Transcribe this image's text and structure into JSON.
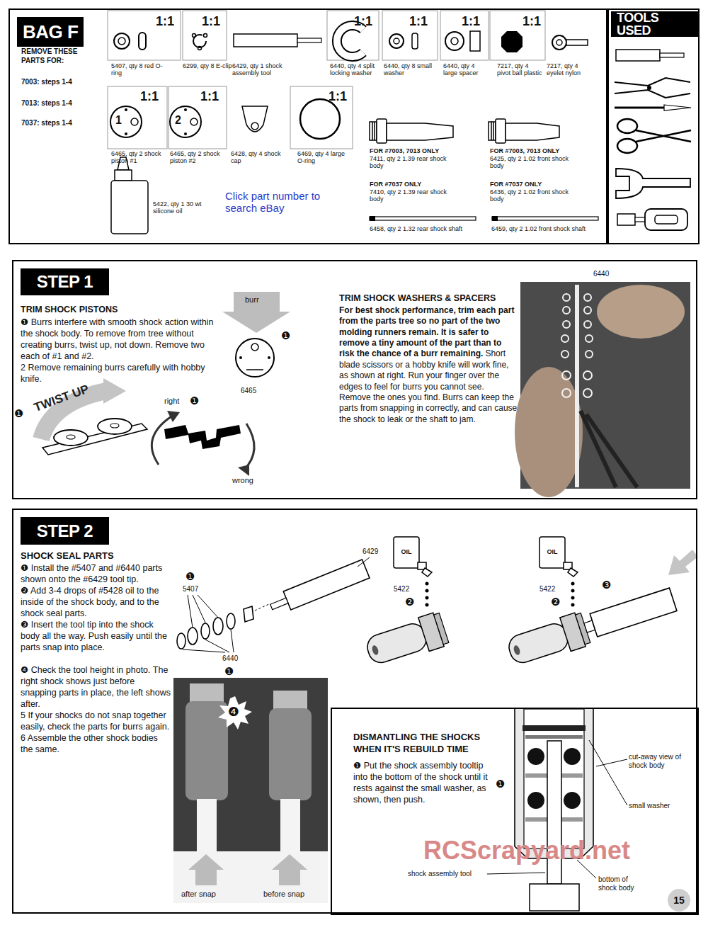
{
  "diagram": {
    "nodes": [
      {
        "text": [
          "BAG F",
          "REMOVE THESE PARTS FOR:",
          "7003: steps 1-4",
          "7013: steps 1-4",
          "7037: steps 1-4"
        ]
      },
      {
        "text": [
          "TOOLS USED"
        ]
      },
      {
        "text": [
          "STEP 1",
          "TRIM SHOCK PISTONS",
          "❶ Burrs interfere with smooth shock action within the shock body. To remove from tree without creating burrs, twist up, not down. Remove two each of #1 and #2.",
          "2 Remove remaining burrs carefully with hobby knife.",
          "TRIM SHOCK WASHERS & SPACERS",
          "For best shock performance, trim each part from the parts tree so no part of the two molding runners remain. It is safer to remove a tiny amount of the part than to risk the chance of a burr remaining.",
          "Short blade scissors or a hobby knife will work fine, as shown at right. Run your finger over the edges to feel for burrs you cannot see. Remove the ones you find. Burrs can keep the parts from snapping in correctly, and can cause the shock to leak or the shaft to jam."
        ]
      },
      {
        "text": [
          "STEP 2",
          "SHOCK SEAL PARTS",
          "❶ Install the #5407 and #6440 parts shown onto the #6429 tool tip.",
          "❷ Add 3-4 drops of #5428 oil to the inside of the shock body, and to the shock seal parts.",
          "❸ Insert the tool tip into the shock body all the way. Push easily until the parts snap into place.",
          "❹ Check the tool height in photo. The right shock shows just before snapping parts in place, the left shows after.",
          "5 If your shocks do not snap together easily, check the parts for burrs again.",
          "6 Assemble the other shock bodies the same."
        ]
      },
      {
        "text": [
          "DISMANTLING THE SHOCKS WHEN IT'S REBUILD TIME",
          "❶ Put the shock assembly tooltip into the bottom of the shock until it rests against the small washer, as shown, then push."
        ],
        "in": 3
      }
    ],
    "labels": [
      "1:1",
      "5407, qty 8 red O-ring",
      "1:1",
      "6299, qty 8 E-clip",
      "6429, qty 1 shock assembly tool",
      "1:1",
      "6440, qty 4 split locking washer",
      "1:1",
      "6440, qty 8 small washer",
      "1:1",
      "6440, qty 4 large spacer",
      "1:1",
      "7217, qty 4 pivot ball plastic",
      "7217, qty 4 eyelet nylon",
      "1:1",
      "1",
      "6465, qty 2 shock piston #1",
      "1:1",
      "2",
      "6465, qty 2 shock piston #2",
      "6428, qty 4 shock cap",
      "1:1",
      "6469, qty 4 large O-ring",
      "5422, qty 1 30 wt silicone oil",
      "Click part number to search eBay",
      "FOR #7003, 7013 ONLY",
      "7411, qty 2 1.39 rear shock body",
      "FOR #7037 ONLY",
      "7410, qty 2 1.39 rear shock body",
      "6458, qty 2 1.32 rear shock shaft",
      "FOR #7003, 7013 ONLY",
      "6425, qty 2 1.02 front shock body",
      "FOR #7037 ONLY",
      "6436, qty 2 1.02 front shock body",
      "6459, qty 2 1.02 front shock shaft",
      "burr",
      "❶",
      "6465",
      "❶",
      "TWIST UP",
      "right",
      "❶",
      "wrong",
      "6440",
      "6429",
      "❶",
      "5407",
      "6440",
      "❶",
      "OIL",
      "5422",
      "❷",
      "OIL",
      "5422",
      "❷",
      "❸",
      "❹",
      "after snap",
      "before snap",
      "❶",
      "cut-away view of shock body",
      "small washer",
      "shock assembly tool",
      "bottom of shock body",
      "RCScrapyard.net",
      "15"
    ]
  }
}
